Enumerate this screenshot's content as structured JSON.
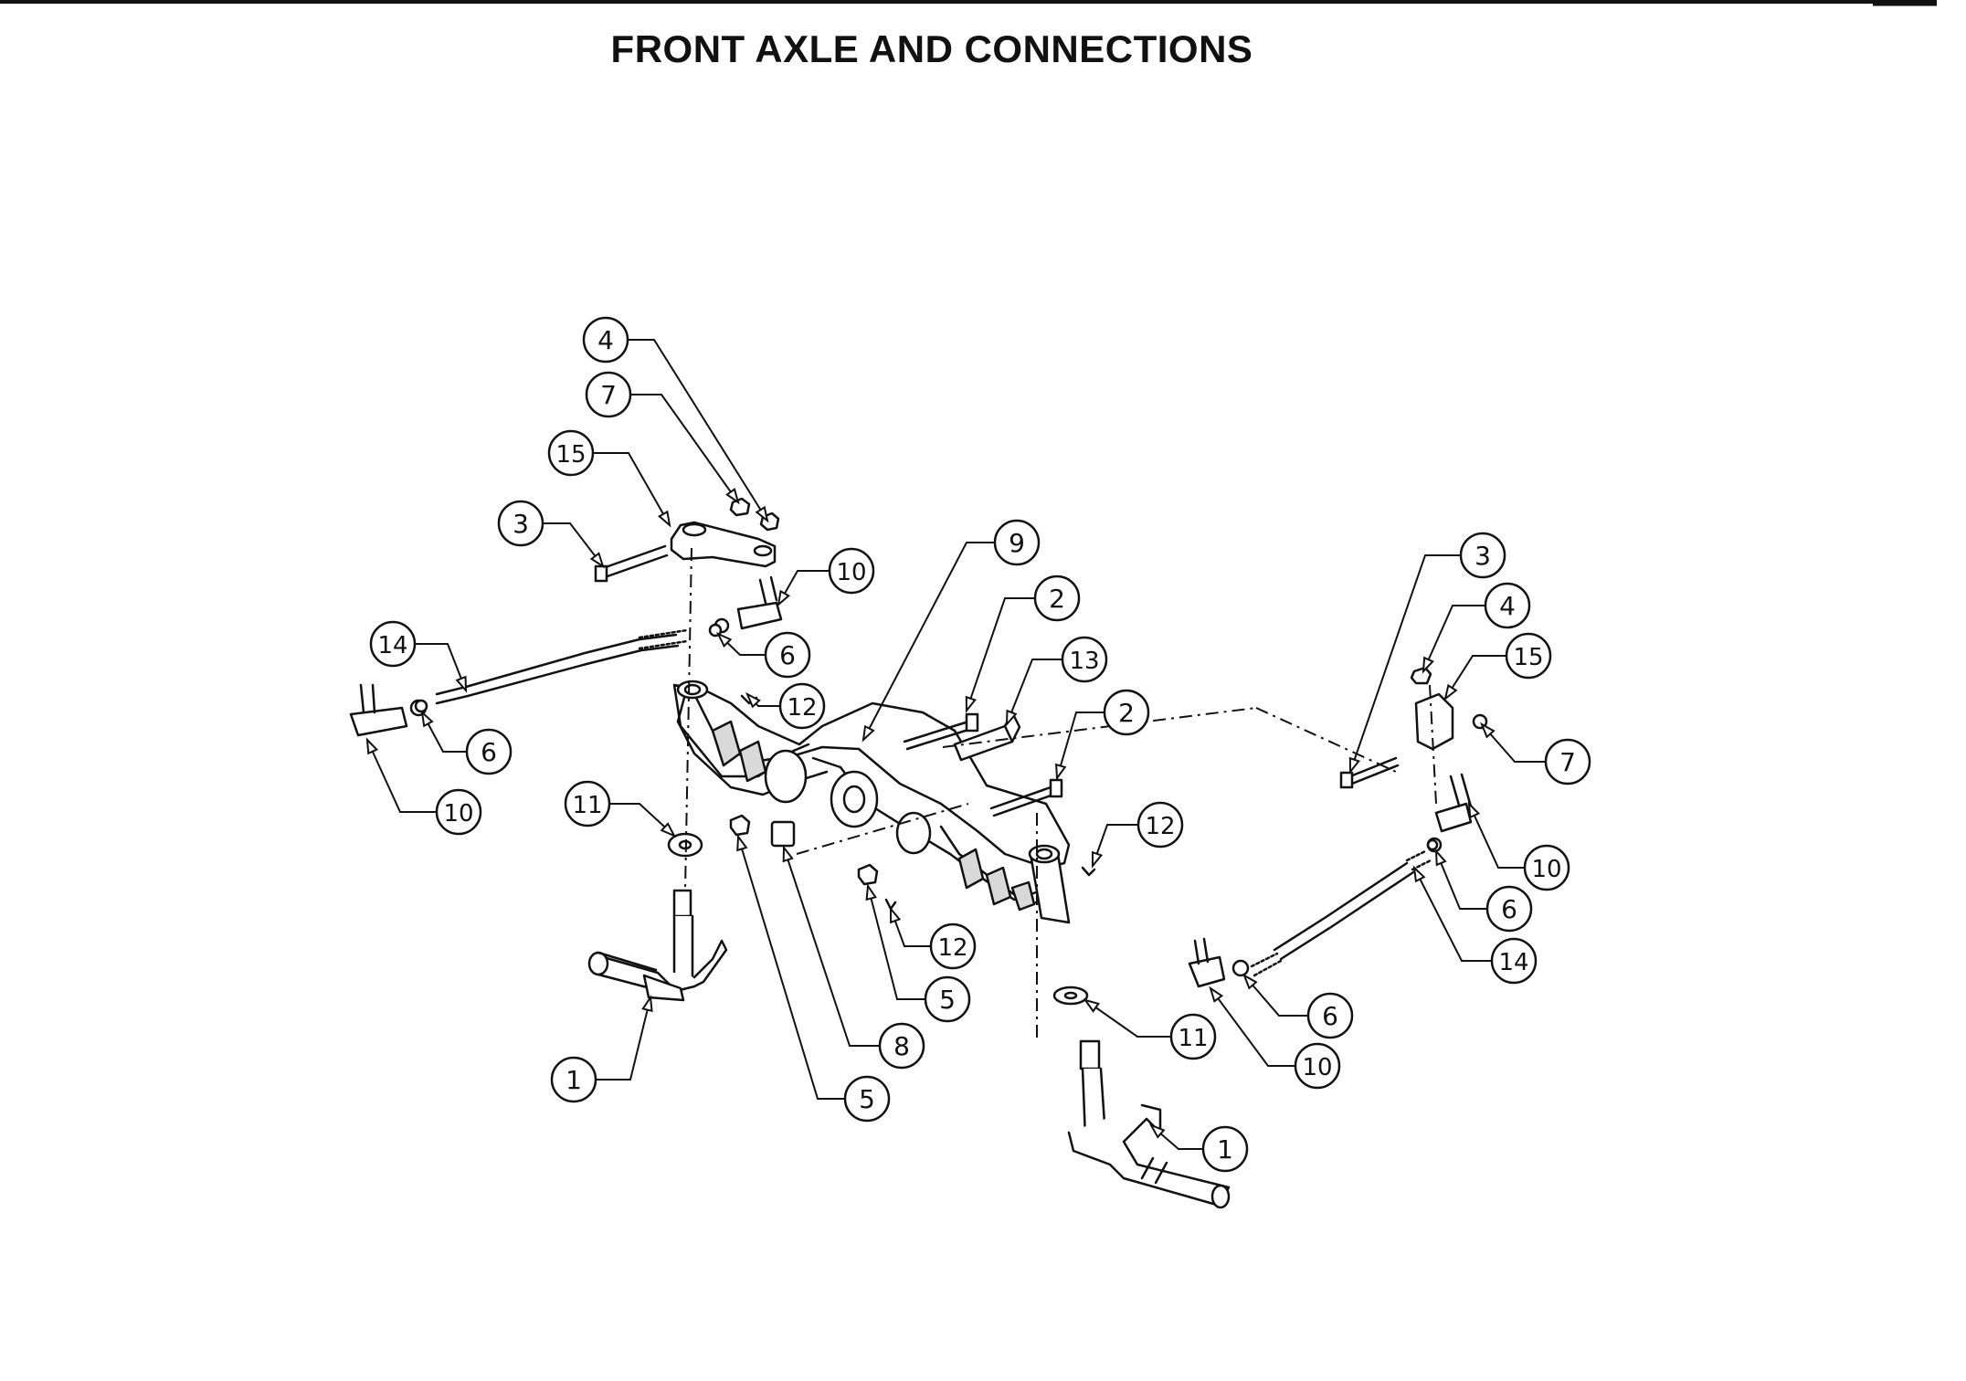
{
  "title": "FRONT AXLE AND CONNECTIONS",
  "callouts": [
    {
      "id": "c4a",
      "label": "4"
    },
    {
      "id": "c7a",
      "label": "7"
    },
    {
      "id": "c15a",
      "label": "15"
    },
    {
      "id": "c3a",
      "label": "3"
    },
    {
      "id": "c10a",
      "label": "10"
    },
    {
      "id": "c9",
      "label": "9"
    },
    {
      "id": "c2a",
      "label": "2"
    },
    {
      "id": "c13",
      "label": "13"
    },
    {
      "id": "c2b",
      "label": "2"
    },
    {
      "id": "c14a",
      "label": "14"
    },
    {
      "id": "c6a",
      "label": "6"
    },
    {
      "id": "c12a",
      "label": "12"
    },
    {
      "id": "c6b",
      "label": "6"
    },
    {
      "id": "c10b",
      "label": "10"
    },
    {
      "id": "c11a",
      "label": "11"
    },
    {
      "id": "c12b",
      "label": "12"
    },
    {
      "id": "c12c",
      "label": "12"
    },
    {
      "id": "c5a",
      "label": "5"
    },
    {
      "id": "c8",
      "label": "8"
    },
    {
      "id": "c5b",
      "label": "5"
    },
    {
      "id": "c1a",
      "label": "1"
    },
    {
      "id": "c3b",
      "label": "3"
    },
    {
      "id": "c4b",
      "label": "4"
    },
    {
      "id": "c15b",
      "label": "15"
    },
    {
      "id": "c7b",
      "label": "7"
    },
    {
      "id": "c10c",
      "label": "10"
    },
    {
      "id": "c6c",
      "label": "6"
    },
    {
      "id": "c14b",
      "label": "14"
    },
    {
      "id": "c6d",
      "label": "6"
    },
    {
      "id": "c10d",
      "label": "10"
    },
    {
      "id": "c11b",
      "label": "11"
    },
    {
      "id": "c1b",
      "label": "1"
    }
  ],
  "colors": {
    "ink": "#111111",
    "paper": "#ffffff",
    "shade": "#d9d9d9"
  }
}
